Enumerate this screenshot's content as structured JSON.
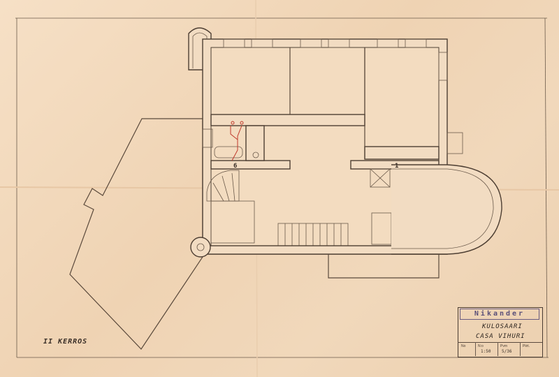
{
  "drawing": {
    "floor_label": "II KERROS",
    "title_block": {
      "stamp": "Nikander",
      "location": "KULOSAARI",
      "project": "CASA VIHURI",
      "small_field_left": "No",
      "field_1_label": "N:o",
      "field_1_value": "1:50",
      "field_2_label": "Pvm",
      "field_2_value": "5/36",
      "field_3_label": "Piirt.",
      "field_3_value": ""
    },
    "annotations": {
      "number_left": "6",
      "number_right": "1"
    }
  },
  "colors": {
    "paper": "#f3dcc0",
    "ink": "#4e3f33",
    "red_line": "#c0392b",
    "stamp": "#5a4f78"
  }
}
